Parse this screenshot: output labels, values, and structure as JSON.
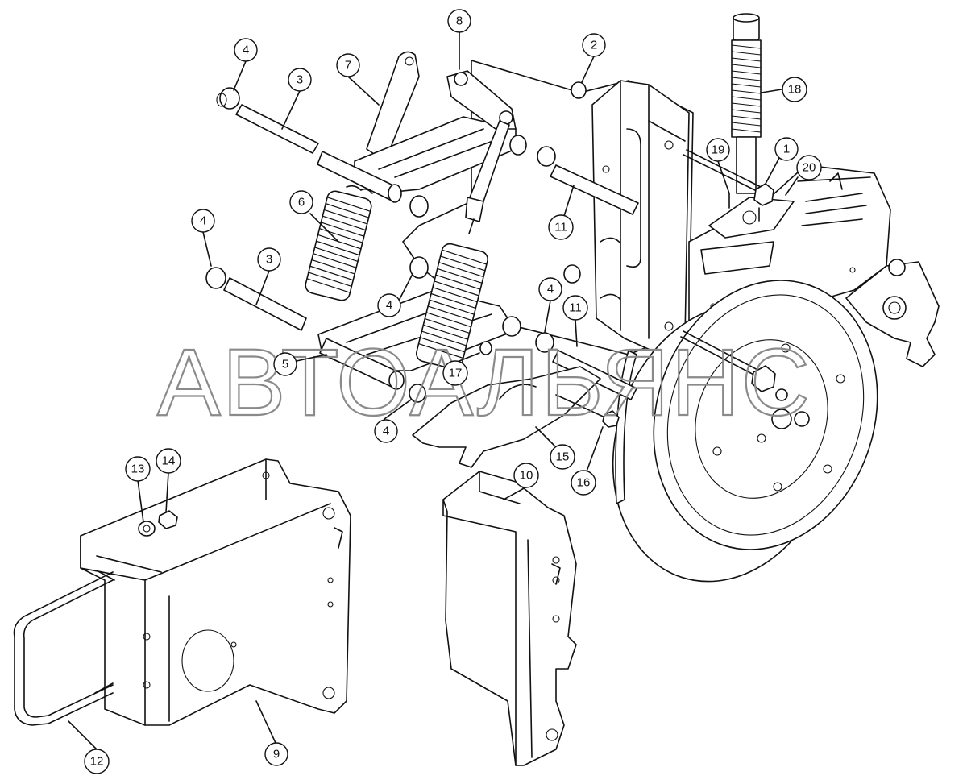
{
  "watermark": {
    "text": "АВТОАЛЬЯНС",
    "color": "#8a8a8a"
  },
  "callouts": [
    {
      "id": "c4a",
      "label": "4"
    },
    {
      "id": "c3a",
      "label": "3"
    },
    {
      "id": "c7",
      "label": "7"
    },
    {
      "id": "c8",
      "label": "8"
    },
    {
      "id": "c2",
      "label": "2"
    },
    {
      "id": "c18",
      "label": "18"
    },
    {
      "id": "c19",
      "label": "19"
    },
    {
      "id": "c1",
      "label": "1"
    },
    {
      "id": "c20",
      "label": "20"
    },
    {
      "id": "c6",
      "label": "6"
    },
    {
      "id": "c11a",
      "label": "11"
    },
    {
      "id": "c4b",
      "label": "4"
    },
    {
      "id": "c3b",
      "label": "3"
    },
    {
      "id": "c4c",
      "label": "4"
    },
    {
      "id": "c4d",
      "label": "4"
    },
    {
      "id": "c11b",
      "label": "11"
    },
    {
      "id": "c5",
      "label": "5"
    },
    {
      "id": "c17",
      "label": "17"
    },
    {
      "id": "c4e",
      "label": "4"
    },
    {
      "id": "c15",
      "label": "15"
    },
    {
      "id": "c16",
      "label": "16"
    },
    {
      "id": "c13",
      "label": "13"
    },
    {
      "id": "c14",
      "label": "14"
    },
    {
      "id": "c10",
      "label": "10"
    },
    {
      "id": "c12",
      "label": "12"
    },
    {
      "id": "c9",
      "label": "9"
    }
  ]
}
